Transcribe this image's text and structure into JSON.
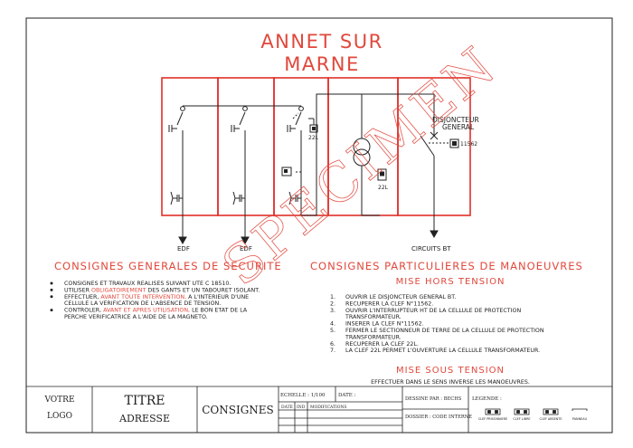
{
  "title_lines": [
    "ANNET SUR",
    "MARNE"
  ],
  "watermark": "SPECIMEN",
  "diagram": {
    "breaker_label_lines": [
      "DISJONCTEUR",
      "GENERAL"
    ],
    "key_22l": "22L",
    "key_11562": "11562",
    "feed_left": "EDF",
    "feed_right": "EDF",
    "circuits_bt": "CIRCUITS BT"
  },
  "general_rules": {
    "heading": "CONSIGNES GENERALES DE SECURITE",
    "items": [
      {
        "lines": [
          [
            {
              "t": "CONSIGNES ET TRAVAUX REALISES SUIVANT UTE C 18510."
            }
          ]
        ]
      },
      {
        "lines": [
          [
            {
              "t": "UTILISER "
            },
            {
              "t": "OBLIGATOIREMENT",
              "red": true
            },
            {
              "t": " DES GANTS ET UN TABOURET ISOLANT."
            }
          ]
        ]
      },
      {
        "lines": [
          [
            {
              "t": "EFFECTUER, "
            },
            {
              "t": "AVANT TOUTE INTERVENTION,",
              "red": true
            },
            {
              "t": " A L'INTERIEUR D'UNE"
            }
          ],
          [
            {
              "t": "CELLULE LA VERIFICATION DE L'ABSENCE DE TENSION."
            }
          ]
        ]
      },
      {
        "lines": [
          [
            {
              "t": "CONTROLER, "
            },
            {
              "t": "AVANT ET APRES UTILISATION,",
              "red": true
            },
            {
              "t": " LE BON ETAT DE LA"
            }
          ],
          [
            {
              "t": "PERCHE VERIFICATRICE A L'AIDE DE LA MAGNETO."
            }
          ]
        ]
      }
    ]
  },
  "maneuvers": {
    "heading": "CONSIGNES PARTICULIERES DE MANOEUVRES",
    "off_heading": "MISE HORS TENSION",
    "steps": [
      {
        "num": "1.",
        "lines": [
          "OUVRIR LE DISJONCTEUR GENERAL BT."
        ]
      },
      {
        "num": "2.",
        "lines": [
          "RECUPERER LA CLEF N°11562."
        ]
      },
      {
        "num": "3.",
        "lines": [
          "OUVRIR L'INTERRUPTEUR HT DE LA CELLULE DE PROTECTION",
          "TRANSFORMATEUR."
        ]
      },
      {
        "num": "4.",
        "lines": [
          "INSERER LA CLEF N°11562."
        ]
      },
      {
        "num": "5.",
        "lines": [
          "FERMER LE SECTIONNEUR DE TERRE DE LA CELLULE DE PROTECTION",
          "TRANSFORMATEUR."
        ]
      },
      {
        "num": "6.",
        "lines": [
          "RECUPERER LA CLEF 22L."
        ]
      },
      {
        "num": "7.",
        "lines": [
          "LA CLEF 22L PERMET L'OUVERTURE LA CELLULE TRANSFORMATEUR."
        ]
      }
    ],
    "on_heading": "MISE SOUS TENSION",
    "on_text": "EFFECTUER DANS LE SENS INVERSE LES MANOEUVRES."
  },
  "title_block": {
    "logo_lines": [
      "VOTRE",
      "LOGO"
    ],
    "title": "TITRE",
    "address": "ADRESSE",
    "consignes": "CONSIGNES",
    "scale": "ECHELLE : 1/100",
    "date": "DATE :",
    "col_date": "DATE",
    "col_ind": "IND",
    "col_modifs": "MODIFICATIONS",
    "drawn_by": "DESSINE PAR : BECHS",
    "file": "DOSSIER : CODE INTERNE",
    "legend": "LEGENDE :",
    "legend_items": [
      "CLEF PRISONNIERE",
      "CLEF LIBRE",
      "CLEF ABSENTE",
      "PANNEAU"
    ]
  }
}
